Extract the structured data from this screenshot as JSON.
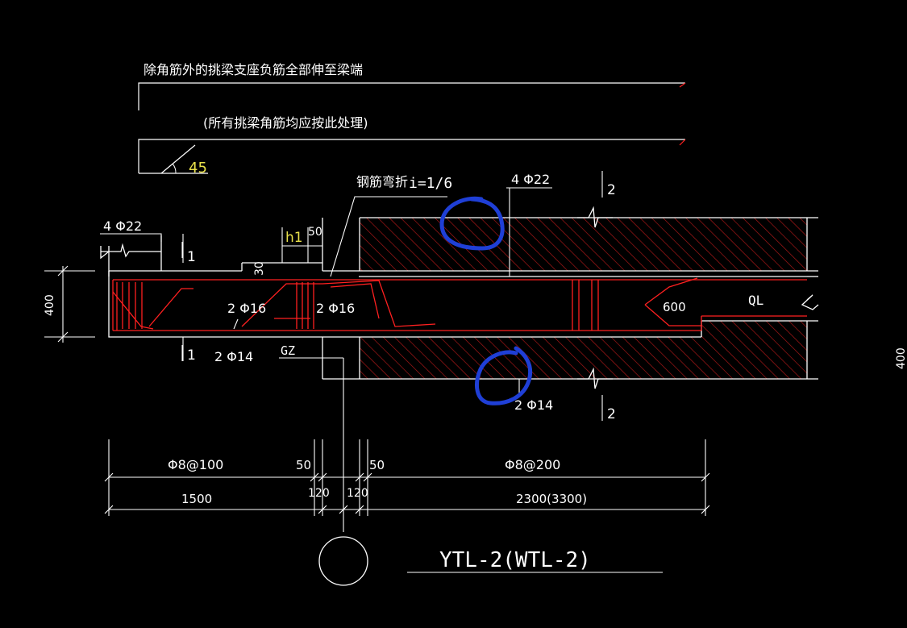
{
  "notes": {
    "line1": "除角筋外的挑梁支座负筋全部伸至梁端",
    "line2": "(所有挑梁角筋均应按此处理)",
    "angle": "45"
  },
  "labels": {
    "bend_note": "钢筋弯折",
    "slope": "i=1/6",
    "top_left_bar": "4 Φ22",
    "top_right_bar": "4 Φ22",
    "mid_bar_a": "2 Φ16",
    "mid_bar_b": "2 Φ16",
    "bottom_left_bar": "2 Φ14",
    "bottom_right_bar": "2 Φ14",
    "gz": "GZ",
    "ql": "QL",
    "h1": "h1",
    "dim_50_top": "50",
    "dim_30": "30",
    "dim_600": "600",
    "height_left": "400",
    "height_right": "400",
    "section_1_top": "1",
    "section_1_bottom": "1",
    "section_2_top": "2",
    "section_2_bottom": "2"
  },
  "dimensions": {
    "stirrup_left": "Φ8@100",
    "stirrup_right": "Φ8@200",
    "gap_left": "50",
    "gap_right": "50",
    "span_left": "1500",
    "wall_left": "120",
    "wall_right": "120",
    "span_right": "2300(3300)"
  },
  "title": "YTL-2(WTL-2)",
  "colors": {
    "background": "#000000",
    "lines": "#ffffff",
    "rebar": "#ff2020",
    "hatch": "#b01818",
    "markup": "#1f3fd6",
    "accent": "#e8e04a"
  }
}
